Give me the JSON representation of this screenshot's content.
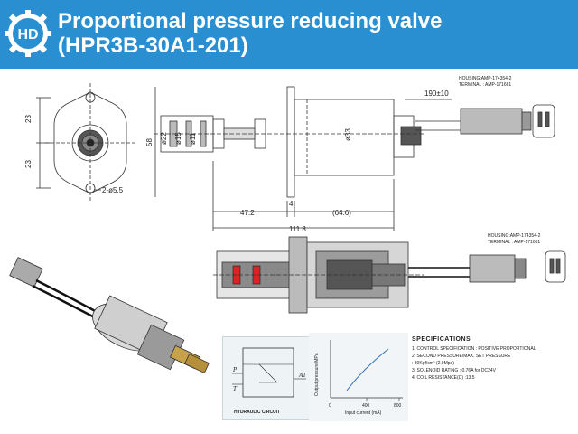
{
  "header": {
    "title_line1": "Proportional pressure reducing valve",
    "title_line2": "(HPR3B-30A1-201)",
    "bg_color": "#2a8fd0",
    "logo_text": "HD"
  },
  "dims": {
    "d23a": "23",
    "d23b": "23",
    "d58": "58",
    "phi22": "ø22",
    "phi15": "ø15",
    "phi11": "ø11",
    "phi33": "ø33",
    "d4": "4",
    "d472": "47.2",
    "d646": "(64.6)",
    "d1118": "111.8",
    "d190": "190±10",
    "hole": "2-ø5.5"
  },
  "connector_top": {
    "housing": "HOUSING:AMP-174354-2",
    "terminal": "TERMINAL : AMP-171661"
  },
  "connector_mid": {
    "housing": "HOUSING:AMP-174354-2",
    "terminal": "TERMINAL : AMP-171661"
  },
  "hydraulic": {
    "caption": "HYDRAULIC CIRCUIT",
    "p": "P",
    "t": "T",
    "a": "A1"
  },
  "graph": {
    "ylabel": "Output pressure MPa",
    "xlabel": "Input current (mA)",
    "ticks": [
      "0",
      "400",
      "800"
    ]
  },
  "specs": {
    "heading": "SPECIFICATIONS",
    "lines": [
      "1. CONTROL SPECIFICATION : POSITIVE PROPORTIONAL",
      "2. SECOND PRESSURE/MAX. SET PRESSURE",
      "   : 30Kgf/cm² (2.9Mpa)",
      "3. SOLENOID RATING : 0.76A for DC24V",
      "4. COIL RESISTANCE(Ω) :13.5"
    ]
  }
}
